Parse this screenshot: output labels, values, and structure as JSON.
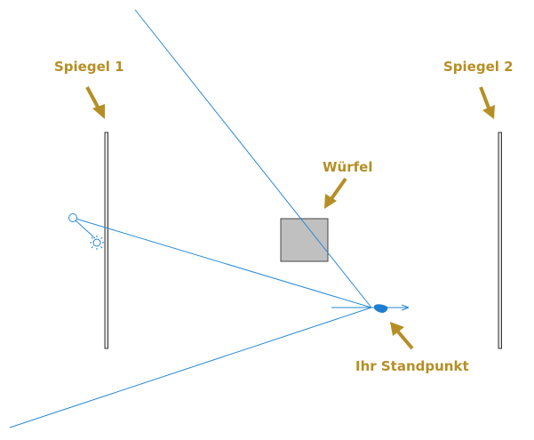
{
  "labels": {
    "mirror1": "Spiegel 1",
    "mirror2": "Spiegel 2",
    "cube": "Würfel",
    "viewpoint": "Ihr Standpunkt"
  },
  "colors": {
    "label": "#b58f26",
    "arrow": "#b58f26",
    "ray": "#2a8ad6",
    "mirror_fill": "#e2e2e2",
    "mirror_stroke": "#333333",
    "cube_fill": "#c0c0c0",
    "cube_stroke": "#444444",
    "light": "#1e7fd0"
  },
  "icons": {
    "light_source": "sun-icon",
    "viewpoint": "eye-icon",
    "arrow": "arrow-icon"
  }
}
